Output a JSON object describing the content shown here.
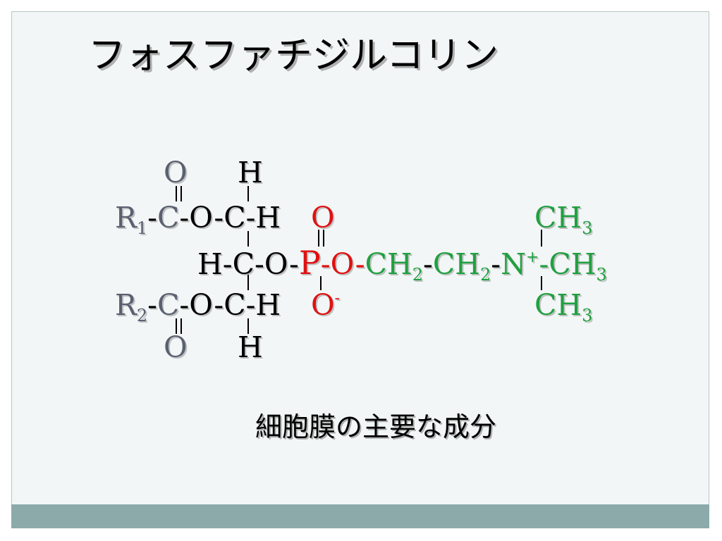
{
  "title": "フォスファチジルコリン",
  "caption": "細胞膜の主要な成分",
  "colors": {
    "slide_background": "#f2f6f6",
    "footer_bar": "#8caaaa",
    "acyl_groups": "#5a6070",
    "backbone": "#000000",
    "phosphate": "#e01010",
    "choline": "#20a040"
  },
  "formula": {
    "row1": {
      "o": "O",
      "h": "H"
    },
    "row2": {
      "r": "R",
      "r_sub": "1",
      "c": "C",
      "chain": "-O-C-H",
      "dash": "-",
      "o": "O",
      "ch": "CH",
      "ch_sub": "3"
    },
    "row3": {
      "h_chain": "H-C-O-",
      "p": "P",
      "o_link": "-O-",
      "ch2_a": "CH",
      "ch2_a_sub": "2",
      "dash_a": "-",
      "ch2_b": "CH",
      "ch2_b_sub": "2",
      "dash_b": "-",
      "n": "N",
      "n_sup": "+",
      "n_tail": "-CH",
      "n_tail_sub": "3"
    },
    "row4": {
      "r": "R",
      "r_sub": "2",
      "c": "C",
      "chain": "-O-C-H",
      "dash": "-",
      "o": "O",
      "o_sup": "-",
      "ch": "CH",
      "ch_sub": "3"
    },
    "row5": {
      "o": "O",
      "h": "H"
    }
  }
}
